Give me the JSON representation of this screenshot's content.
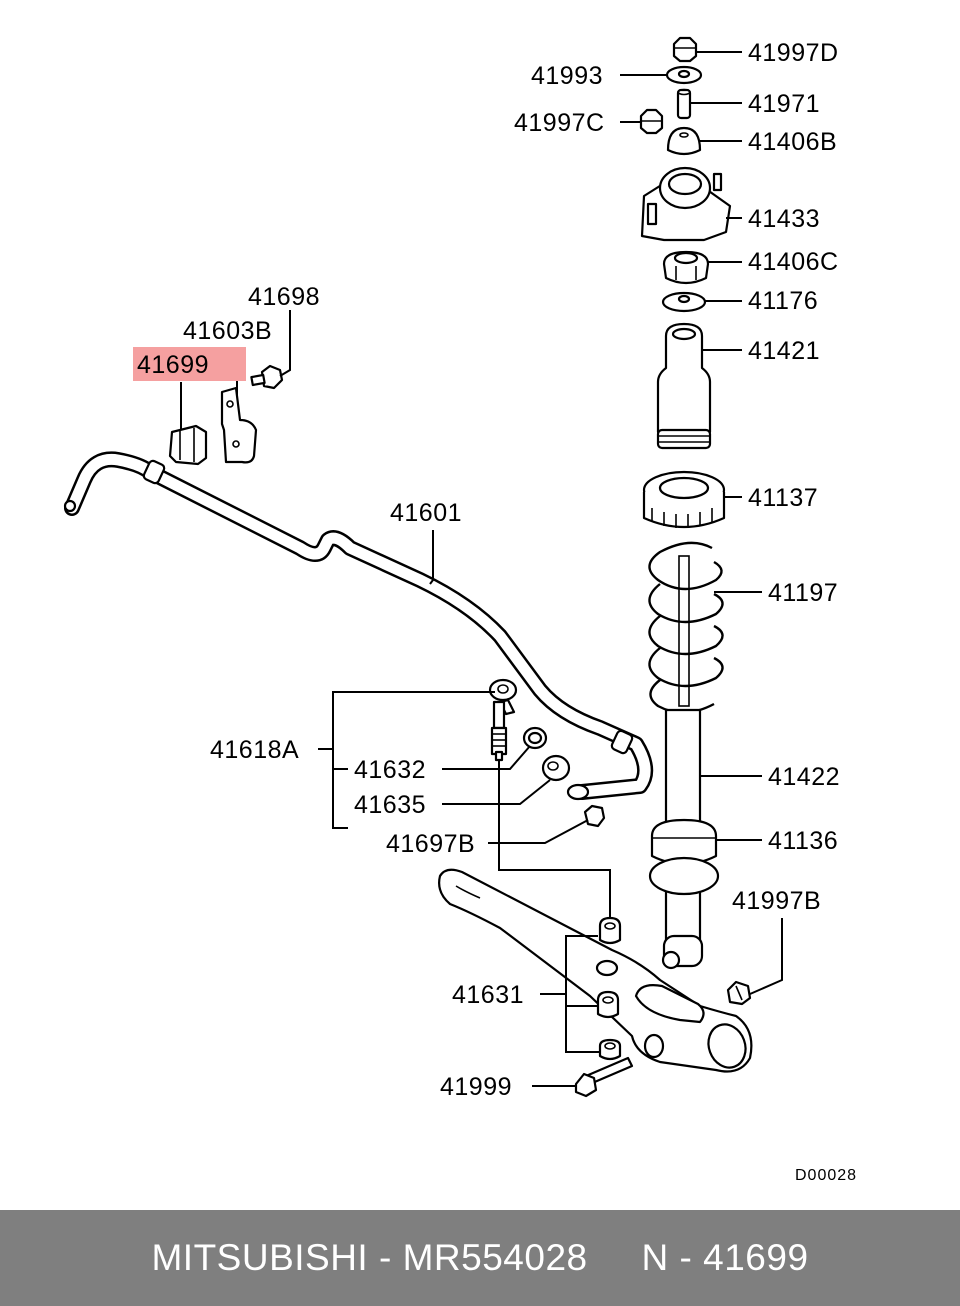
{
  "highlight_color": "#f5a0a0",
  "labels": {
    "p41997D": "41997D",
    "p41993": "41993",
    "p41971": "41971",
    "p41997C": "41997C",
    "p41406B": "41406B",
    "p41433": "41433",
    "p41406C": "41406C",
    "p41176": "41176",
    "p41421": "41421",
    "p41137": "41137",
    "p41197": "41197",
    "p41422": "41422",
    "p41136": "41136",
    "p41997B": "41997B",
    "p41698": "41698",
    "p41603B": "41603B",
    "p41699": "41699",
    "p41601": "41601",
    "p41618A": "41618A",
    "p41632": "41632",
    "p41635": "41635",
    "p41697B": "41697B",
    "p41631": "41631",
    "p41999": "41999"
  },
  "diagram_code": "D00028",
  "footer": {
    "brand": "MITSUBISHI",
    "part_number": "MR554028",
    "ref": "N - 41699"
  }
}
